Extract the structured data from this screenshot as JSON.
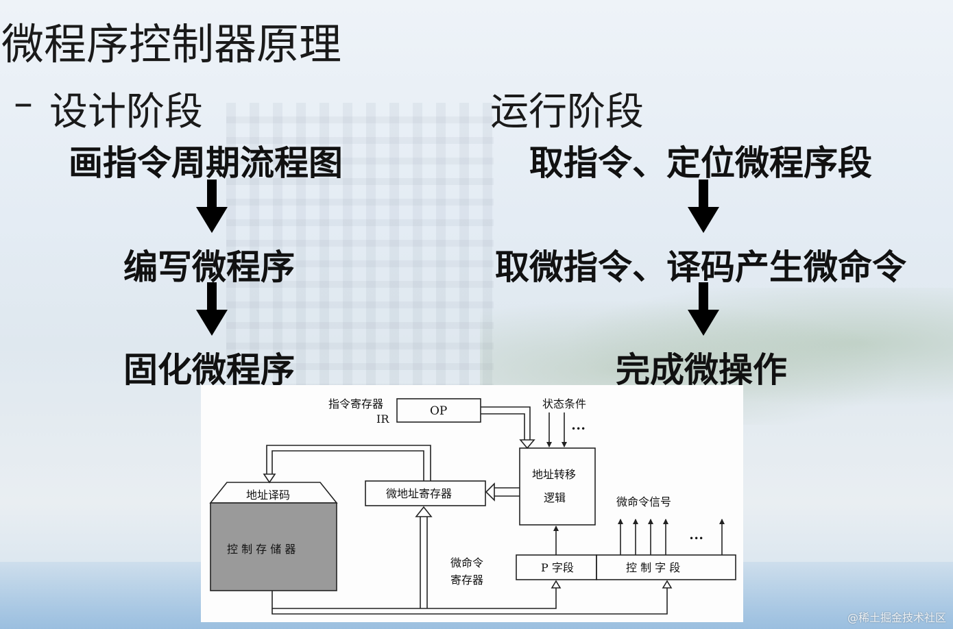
{
  "slide": {
    "title": "微程序控制器原理",
    "bullet": "–",
    "design": {
      "heading": "设计阶段",
      "steps": [
        "画指令周期流程图",
        "编写微程序",
        "固化微程序"
      ]
    },
    "run": {
      "heading": "运行阶段",
      "steps": [
        "取指令、定位微程序段",
        "取微指令、译码产生微命令",
        "完成微操作"
      ]
    }
  },
  "diagram": {
    "ir_label_line1": "指令寄存器",
    "ir_label_line2": "IR",
    "op": "OP",
    "status_conditions": "状态条件",
    "ellipsis": "•••",
    "addr_transfer_line1": "地址转移",
    "addr_transfer_line2": "逻辑",
    "addr_decode": "地址译码",
    "control_store": "控 制 存 储 器",
    "micro_addr_reg": "微地址寄存器",
    "micro_cmd_signals": "微命令信号",
    "micro_instr_reg_line1": "微命令",
    "micro_instr_reg_line2": "寄存器",
    "p_field": "P 字段",
    "control_field": "控 制 字 段"
  },
  "watermark": "@稀土掘金技术社区"
}
